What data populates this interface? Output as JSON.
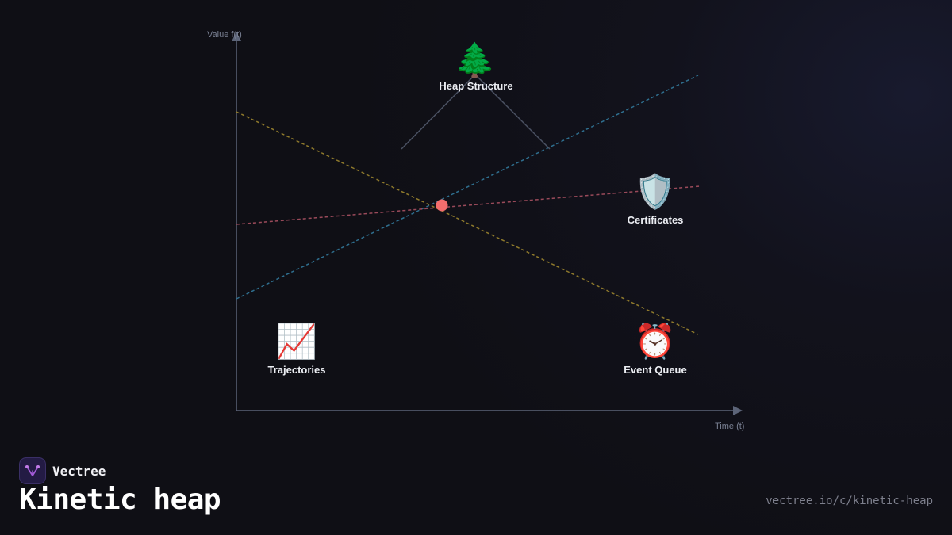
{
  "axes": {
    "y_label": "Value f(t)",
    "x_label": "Time (t)"
  },
  "nodes": {
    "heap_structure": {
      "label": "Heap Structure",
      "icon": "tree-icon",
      "glyph": "🌲"
    },
    "certificates": {
      "label": "Certificates",
      "icon": "shield-icon",
      "glyph": "🛡️"
    },
    "trajectories": {
      "label": "Trajectories",
      "icon": "chart-increasing-icon",
      "glyph": "📈"
    },
    "event_queue": {
      "label": "Event Queue",
      "icon": "alarm-clock-icon",
      "glyph": "⏰"
    }
  },
  "colors": {
    "axis": "#5c6478",
    "trajectory_yellow": "#8f7a2c",
    "trajectory_blue": "#2f6f8f",
    "trajectory_red": "#9a4a5a",
    "intersection": "#f26d6d",
    "tree_edge": "#4b5263"
  },
  "footer": {
    "brand": "Vectree",
    "title": "Kinetic heap",
    "url": "vectree.io/c/kinetic-heap"
  }
}
